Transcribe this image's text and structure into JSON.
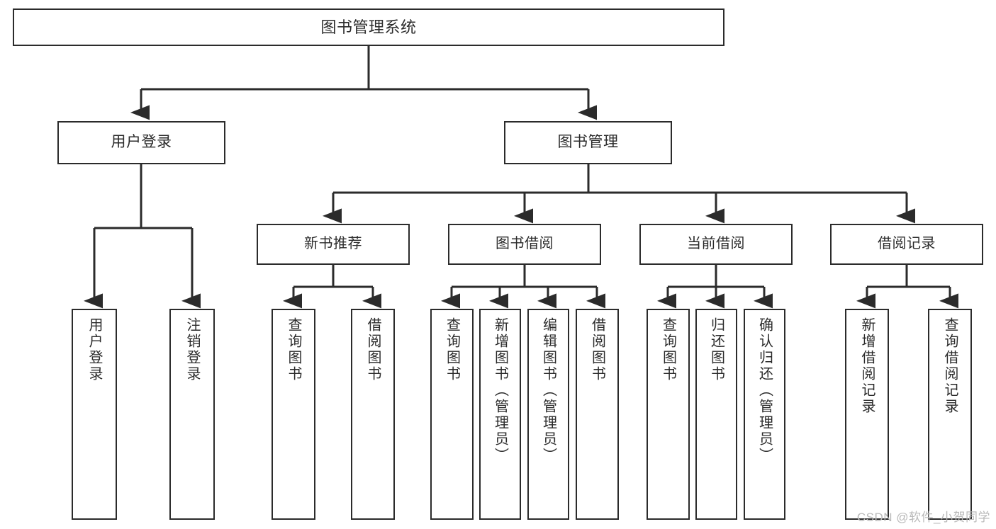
{
  "diagram": {
    "type": "tree-hierarchy-flowchart",
    "title": "图书管理系统",
    "watermark": "CSDN @软件_小贺同学",
    "colors": {
      "stroke": "#2b2b2b",
      "fill": "#ffffff",
      "text": "#2b2b2b",
      "watermark": "#b9b9b9"
    },
    "nodes": {
      "root": {
        "label": "图书管理系统",
        "level": 1
      },
      "level2": [
        {
          "id": "user-login",
          "label": "用户登录"
        },
        {
          "id": "book-manage",
          "label": "图书管理"
        }
      ],
      "level3": [
        {
          "id": "new-book-recommend",
          "label": "新书推荐",
          "parent": "book-manage"
        },
        {
          "id": "book-borrow",
          "label": "图书借阅",
          "parent": "book-manage"
        },
        {
          "id": "current-borrow",
          "label": "当前借阅",
          "parent": "book-manage"
        },
        {
          "id": "borrow-record",
          "label": "借阅记录",
          "parent": "book-manage"
        }
      ],
      "leaves": [
        {
          "id": "leaf-user-login",
          "label": "用户登录",
          "parent": "user-login"
        },
        {
          "id": "leaf-user-logout",
          "label": "注销登录",
          "parent": "user-login"
        },
        {
          "id": "leaf-query-book-1",
          "label": "查询图书",
          "parent": "new-book-recommend"
        },
        {
          "id": "leaf-borrow-book-1",
          "label": "借阅图书",
          "parent": "new-book-recommend"
        },
        {
          "id": "leaf-query-book-2",
          "label": "查询图书",
          "parent": "book-borrow"
        },
        {
          "id": "leaf-add-book",
          "label": "新增图书（管理员）",
          "parent": "book-borrow"
        },
        {
          "id": "leaf-edit-book",
          "label": "编辑图书（管理员）",
          "parent": "book-borrow"
        },
        {
          "id": "leaf-borrow-book-2",
          "label": "借阅图书",
          "parent": "book-borrow"
        },
        {
          "id": "leaf-query-book-3",
          "label": "查询图书",
          "parent": "current-borrow"
        },
        {
          "id": "leaf-return-book",
          "label": "归还图书",
          "parent": "current-borrow"
        },
        {
          "id": "leaf-confirm-return",
          "label": "确认归还（管理员）",
          "parent": "current-borrow"
        },
        {
          "id": "leaf-add-record",
          "label": "新增借阅记录",
          "parent": "borrow-record"
        },
        {
          "id": "leaf-query-record",
          "label": "查询借阅记录",
          "parent": "borrow-record"
        }
      ]
    }
  }
}
